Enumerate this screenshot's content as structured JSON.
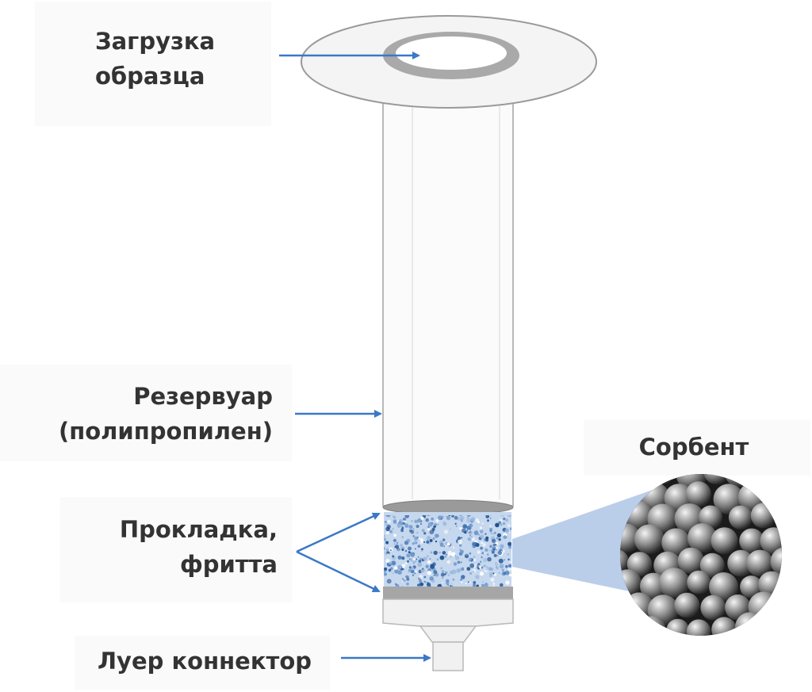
{
  "labels": {
    "sample_loading": [
      "Загрузка",
      "образца"
    ],
    "reservoir": [
      "Резервуар",
      "(полипропилен)"
    ],
    "frit": [
      "Прокладка,",
      "фритта"
    ],
    "luer": "Луер коннектор",
    "sorbent": "Сорбент"
  },
  "colors": {
    "arrow": "#3a78c9",
    "text": "#333333",
    "label_box": "#fafafa",
    "tube_outline": "#b9b9b9",
    "sorbent_fill": "#c6d8ee",
    "callout": "#aec6e6"
  }
}
